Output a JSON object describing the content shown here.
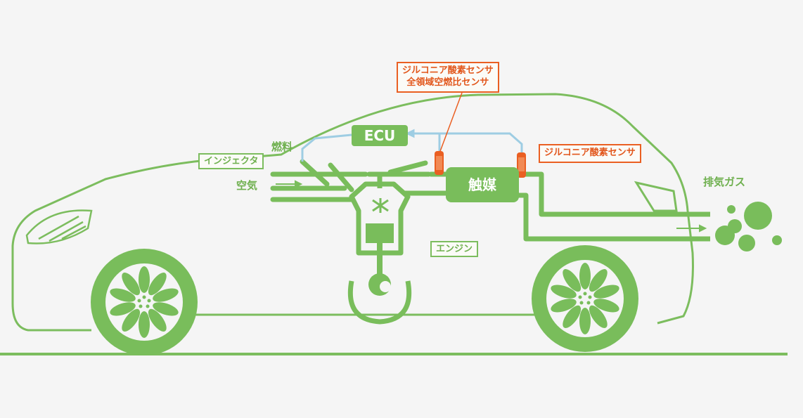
{
  "colors": {
    "line_green": "#7cbd5e",
    "fill_green": "#79bd5b",
    "sensor_orange": "#ea5f22",
    "signal_blue": "#9ecde3",
    "background": "#f5f5f5"
  },
  "labels": {
    "ecu": "ECU",
    "catalyst": "触媒",
    "fuel": "燃料",
    "air": "空気",
    "injector": "インジェクタ",
    "engine": "エンジン",
    "exhaust": "排気ガス",
    "sensor_front_line1": "ジルコニア酸素センサ",
    "sensor_front_line2": "全領域空燃比センサ",
    "sensor_rear": "ジルコニア酸素センサ"
  },
  "icons": {
    "wheel": "wheel-icon",
    "sensor": "sensor-icon",
    "exhaust_bubbles": "exhaust-bubbles-icon"
  }
}
